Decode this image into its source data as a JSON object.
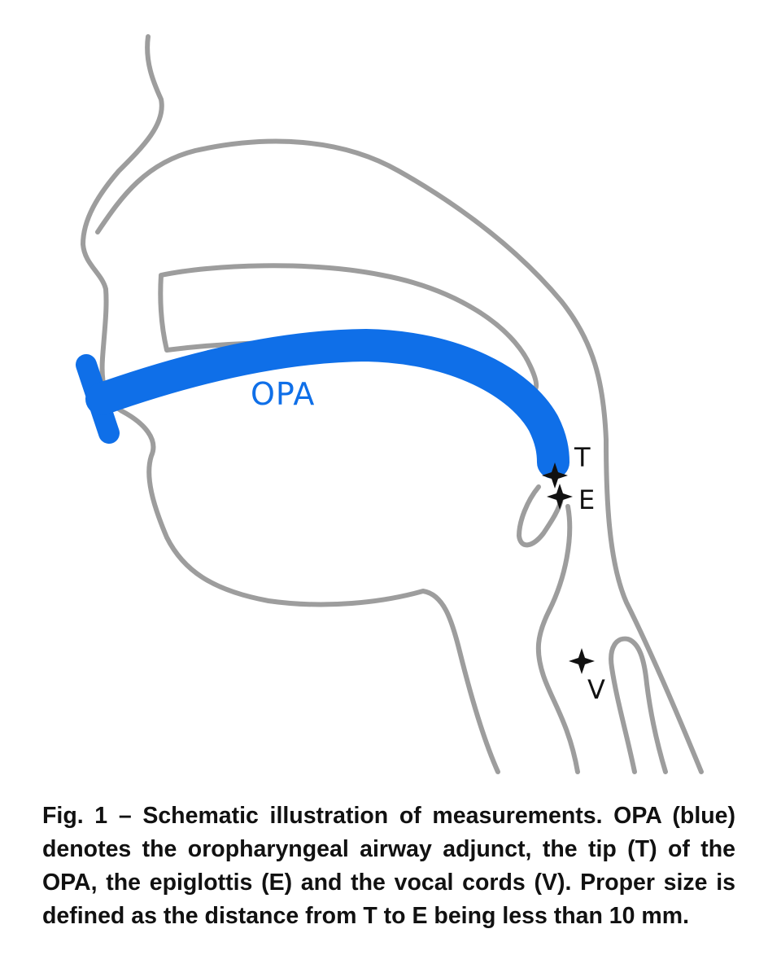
{
  "figure": {
    "labels": {
      "opa": "OPA",
      "tip": "T",
      "epiglottis": "E",
      "vocal_cords": "V"
    },
    "colors": {
      "opa": "#0f6fe8",
      "anatomy_outline": "#9d9d9d",
      "markers": "#111111"
    }
  },
  "caption": {
    "text": "Fig. 1 – Schematic illustration of measurements. OPA (blue) denotes the oropharyngeal airway adjunct, the tip (T) of the OPA, the epiglottis (E) and the vocal cords (V). Proper size is defined as the distance from T to E being less than 10 mm."
  }
}
